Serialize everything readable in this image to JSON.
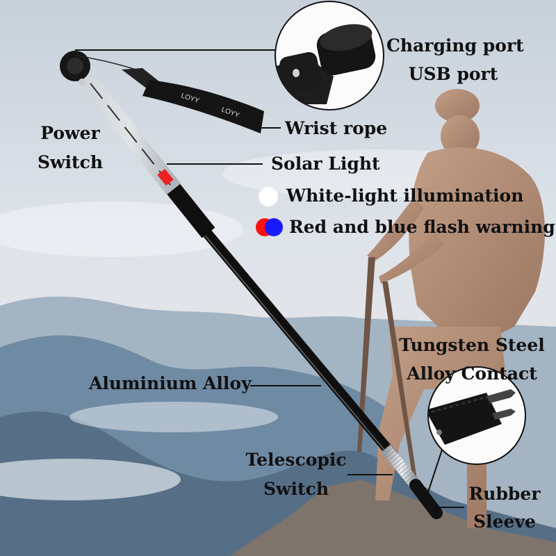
{
  "labels": {
    "charging_port": "Charging port",
    "usb_port": "USB port",
    "power": "Power",
    "switch": "Switch",
    "wrist_rope": "Wrist rope",
    "solar_light": "Solar Light",
    "white_light": "White-light illumination",
    "red_blue": "Red and blue flash warning",
    "aluminium": "Aluminium Alloy",
    "tungsten_1": "Tungsten Steel",
    "tungsten_2": "Alloy Contact",
    "telescopic_1": "Telescopic",
    "telescopic_2": "Switch",
    "rubber_1": "Rubber",
    "rubber_2": "Sleeve"
  },
  "strap_text": [
    "LOYY",
    "LOYY"
  ],
  "colors": {
    "sky_top": "#cdd5de",
    "mountain": "#5f7790",
    "hiker": "#b78c73",
    "pole": "#111111",
    "red_dot": "#ff1010",
    "blue_dot": "#1a1aff"
  }
}
